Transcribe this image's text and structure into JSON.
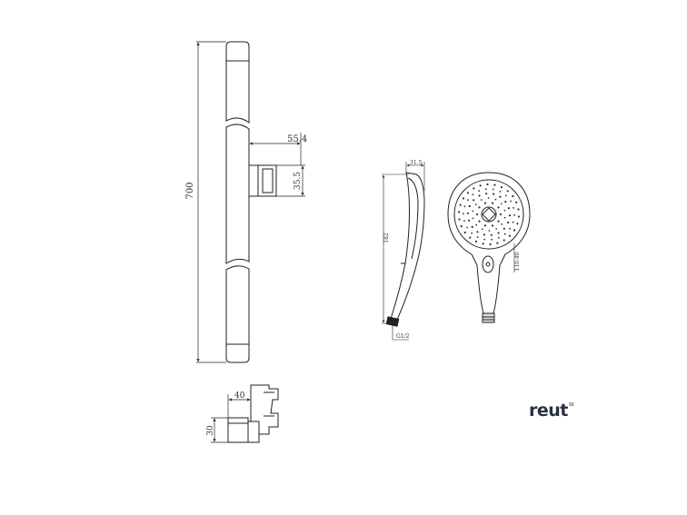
{
  "dimensions": {
    "bar_length": "700",
    "holder_offset": "55.4",
    "holder_height": "35.5",
    "bracket_depth": "40",
    "bracket_height": "30",
    "handle_width": "31.5",
    "handle_length": "182",
    "head_diameter": "110.40",
    "thread": "G1/2"
  },
  "brand": {
    "name": "reut",
    "superscript": "SX"
  }
}
